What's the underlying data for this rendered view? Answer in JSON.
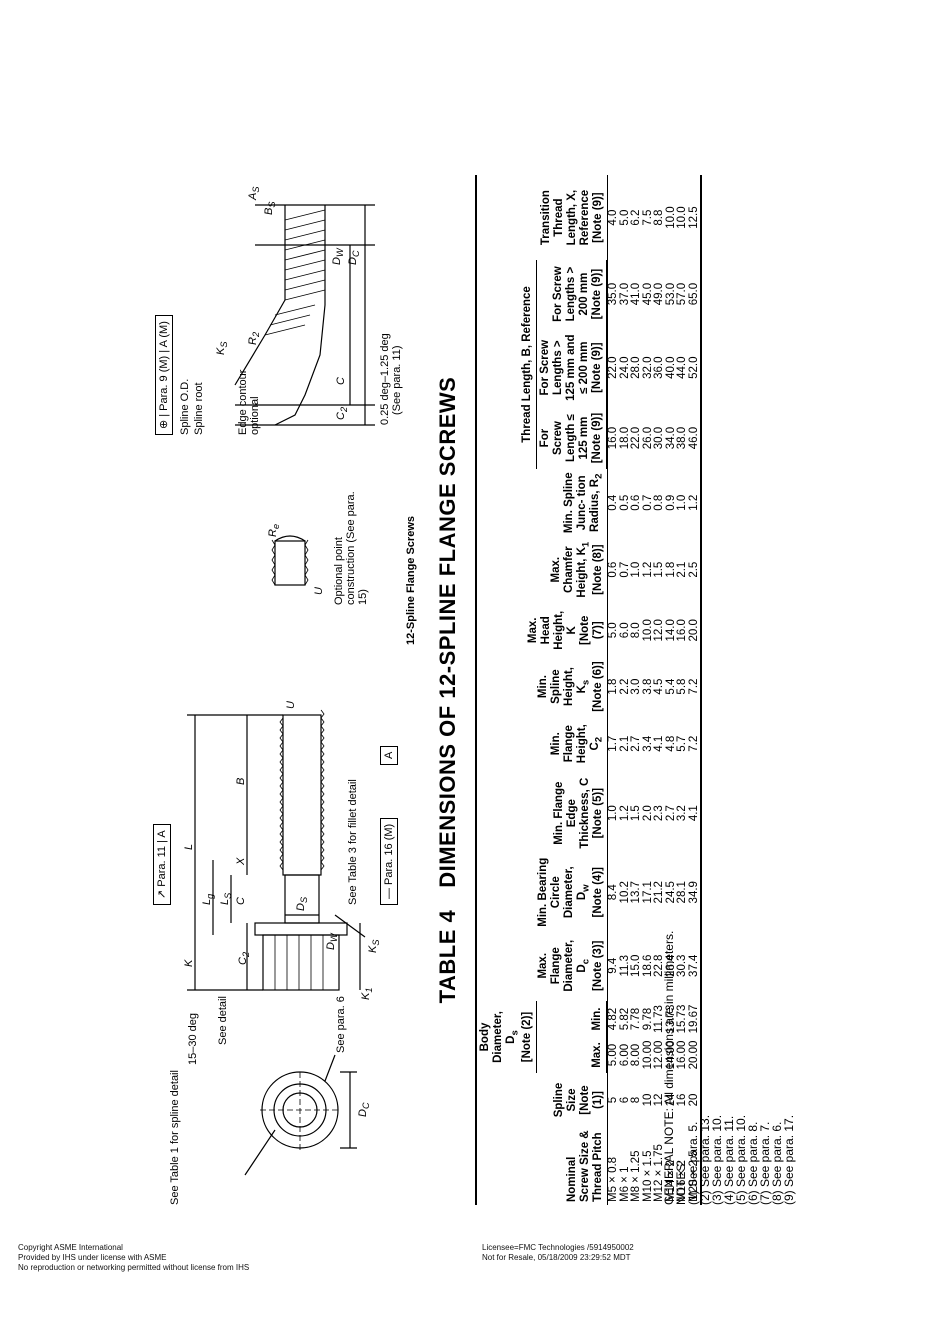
{
  "figure": {
    "caption": "12-Spline Flange Screws",
    "end_view": {
      "spline_note": "See Table 1 for spline detail",
      "dc": "D",
      "dc_sub": "C",
      "see_para6": "See para. 6"
    },
    "side_view": {
      "angle": "15–30 deg",
      "see_detail": "See detail",
      "para11": "Para. 11",
      "para11_ref": "A",
      "dim_K": "K",
      "dim_C2": "C",
      "dim_C2_sub": "2",
      "dim_Lg": "L",
      "dim_Lg_sub": "g",
      "dim_Ls": "L",
      "dim_Ls_sub": "S",
      "dim_C": "C",
      "dim_X": "X",
      "dim_L": "L",
      "dim_B": "B",
      "dim_U": "U",
      "dim_Dw": "D",
      "dim_Dw_sub": "W",
      "dim_Ds": "D",
      "dim_Ds_sub": "S",
      "dim_K1": "K",
      "dim_K1_sub": "1",
      "dim_Ks": "K",
      "dim_Ks_sub": "S",
      "fillet_note": "See Table 3 for fillet detail",
      "para16": "Para. 16",
      "para16_m": "M",
      "datum_a": "A"
    },
    "point_view": {
      "re": "R",
      "re_sub": "e",
      "u": "U",
      "note": "Optional point construction (See para. 15)"
    },
    "detail_view": {
      "tol_para": "Para. 9",
      "tol_m1": "M",
      "tol_a": "A",
      "tol_m2": "M",
      "spline_od": "Spline O.D.",
      "spline_root": "Spline root",
      "edge_contour": "Edge contour optional",
      "ks": "K",
      "ks_sub": "S",
      "r2": "R",
      "r2_sub": "2",
      "c2": "C",
      "c2_sub": "2",
      "c": "C",
      "dw": "D",
      "dw_sub": "W",
      "dc": "D",
      "dc_sub": "C",
      "as": "A",
      "as_sub": "S",
      "bs": "B",
      "bs_sub": "S",
      "angle": "0.25 deg–1.25 deg",
      "angle_para": "(See para. 11)"
    }
  },
  "table": {
    "number": "TABLE 4",
    "title": "DIMENSIONS OF 12-SPLINE FLANGE SCREWS",
    "headers": {
      "nominal": "Nominal Screw Size & Thread Pitch",
      "spline": "Spline Size [Note (1)]",
      "body": "Body Diameter, D",
      "body_sub": "s",
      "body_note": "[Note (2)]",
      "body_max": "Max.",
      "body_min": "Min.",
      "flange_dia": "Max. Flange Diameter, D",
      "flange_dia_sub": "c",
      "flange_dia_note": "[Note (3)]",
      "bearing": "Min. Bearing Circle Diameter, D",
      "bearing_sub": "w",
      "bearing_note": "[Note (4)]",
      "edge": "Min. Flange Edge Thickness, C",
      "edge_note": "[Note (5)]",
      "flange_h": "Min. Flange Height, C",
      "flange_h_sub": "2",
      "spline_h": "Min. Spline Height, K",
      "spline_h_sub": "s",
      "spline_h_note": "[Note (6)]",
      "head_h": "Max. Head Height, K",
      "head_h_note": "[Note (7)]",
      "chamfer": "Max. Chamfer Height, K",
      "chamfer_sub": "1",
      "chamfer_note": "[Note (8)]",
      "junction": "Min. Spline Junc- tion Radius, R",
      "junction_sub": "2",
      "thread_len": "Thread Length, B, Reference",
      "tl1": "For Screw Length ≤ 125 mm",
      "tl1_note": "[Note (9)]",
      "tl2": "For Screw Lengths > 125 mm and ≤ 200 mm",
      "tl2_note": "[Note (9)]",
      "tl3": "For Screw Lengths > 200 mm",
      "tl3_note": "[Note (9)]",
      "transition": "Transition Thread Length, X, Reference",
      "transition_note": "[Note (9)]"
    },
    "rows": [
      [
        "M5 × 0.8",
        "5",
        "5.00",
        "4.82",
        "9.4",
        "8.4",
        "1.0",
        "1.7",
        "1.8",
        "5.0",
        "0.6",
        "0.4",
        "16.0",
        "22.0",
        "35.0",
        "4.0"
      ],
      [
        "M6 × 1",
        "6",
        "6.00",
        "5.82",
        "11.3",
        "10.2",
        "1.2",
        "2.1",
        "2.2",
        "6.0",
        "0.7",
        "0.5",
        "18.0",
        "24.0",
        "37.0",
        "5.0"
      ],
      [
        "M8 × 1.25",
        "8",
        "8.00",
        "7.78",
        "15.0",
        "13.7",
        "1.5",
        "2.7",
        "3.0",
        "8.0",
        "1.0",
        "0.6",
        "22.0",
        "28.0",
        "41.0",
        "6.2"
      ],
      [
        "M10 × 1.5",
        "10",
        "10.00",
        "9.78",
        "18.6",
        "17.1",
        "2.0",
        "3.4",
        "3.8",
        "10.0",
        "1.2",
        "0.7",
        "26.0",
        "32.0",
        "45.0",
        "7.5"
      ],
      [
        "M12 × 1.75",
        "12",
        "12.00",
        "11.73",
        "22.8",
        "21.2",
        "2.3",
        "4.1",
        "4.5",
        "12.0",
        "1.5",
        "0.8",
        "30.0",
        "36.0",
        "49.0",
        "8.8"
      ],
      [
        "M14 × 2",
        "14",
        "14.00",
        "13.73",
        "26.4",
        "24.5",
        "2.7",
        "4.8",
        "5.4",
        "14.0",
        "1.8",
        "0.9",
        "34.0",
        "40.0",
        "53.0",
        "10.0"
      ],
      [
        "M16 × 2",
        "16",
        "16.00",
        "15.73",
        "30.3",
        "28.1",
        "3.2",
        "5.7",
        "5.8",
        "16.0",
        "2.1",
        "1.0",
        "38.0",
        "44.0",
        "57.0",
        "10.0"
      ],
      [
        "M20 × 2.5",
        "20",
        "20.00",
        "19.67",
        "37.4",
        "34.9",
        "4.1",
        "7.2",
        "7.2",
        "20.0",
        "2.5",
        "1.2",
        "46.0",
        "52.0",
        "65.0",
        "12.5"
      ]
    ]
  },
  "notes": {
    "general": "GENERAL NOTE: All dimensions are in millimeters.",
    "heading": "NOTES:",
    "items": [
      "(1) See para. 5.",
      "(2) See para. 13.",
      "(3) See para. 10.",
      "(4) See para. 11.",
      "(5) See para. 10.",
      "(6) See para. 8.",
      "(7) See para. 7.",
      "(8) See para. 6.",
      "(9) See para. 17."
    ]
  },
  "footer": {
    "left": [
      "Copyright ASME International",
      "Provided by IHS under license with ASME",
      "No reproduction or networking permitted without license from IHS"
    ],
    "right": [
      "Licensee=FMC Technologies /5914950002",
      "Not for Resale, 05/18/2009 23:29:52 MDT"
    ]
  }
}
